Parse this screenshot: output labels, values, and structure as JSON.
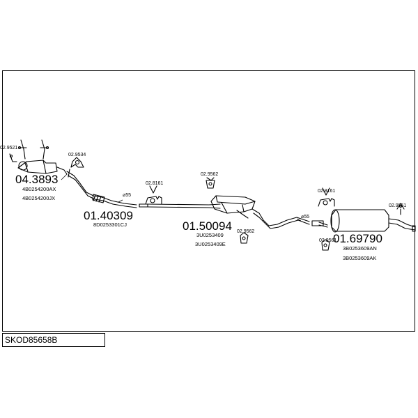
{
  "diagram_code": "SKOD85658B",
  "parts": [
    {
      "number": "04.3893",
      "refs": [
        "4B0254200AX",
        "4B0254200JX"
      ]
    },
    {
      "number": "01.40309",
      "refs": [
        "8D0253301CJ"
      ]
    },
    {
      "number": "01.50094",
      "refs": [
        "3U0253409",
        "3U0253409E"
      ]
    },
    {
      "number": "01.69790",
      "refs": [
        "3B0253609AN",
        "3B0253609AK"
      ]
    }
  ],
  "accessories": [
    "02.9521",
    "02.9534",
    "02.8161",
    "02.9562",
    "02.9562",
    "02.8161",
    "02.9561",
    "02.9551"
  ],
  "pipe_labels": [
    "⌀55",
    "⌀55"
  ]
}
